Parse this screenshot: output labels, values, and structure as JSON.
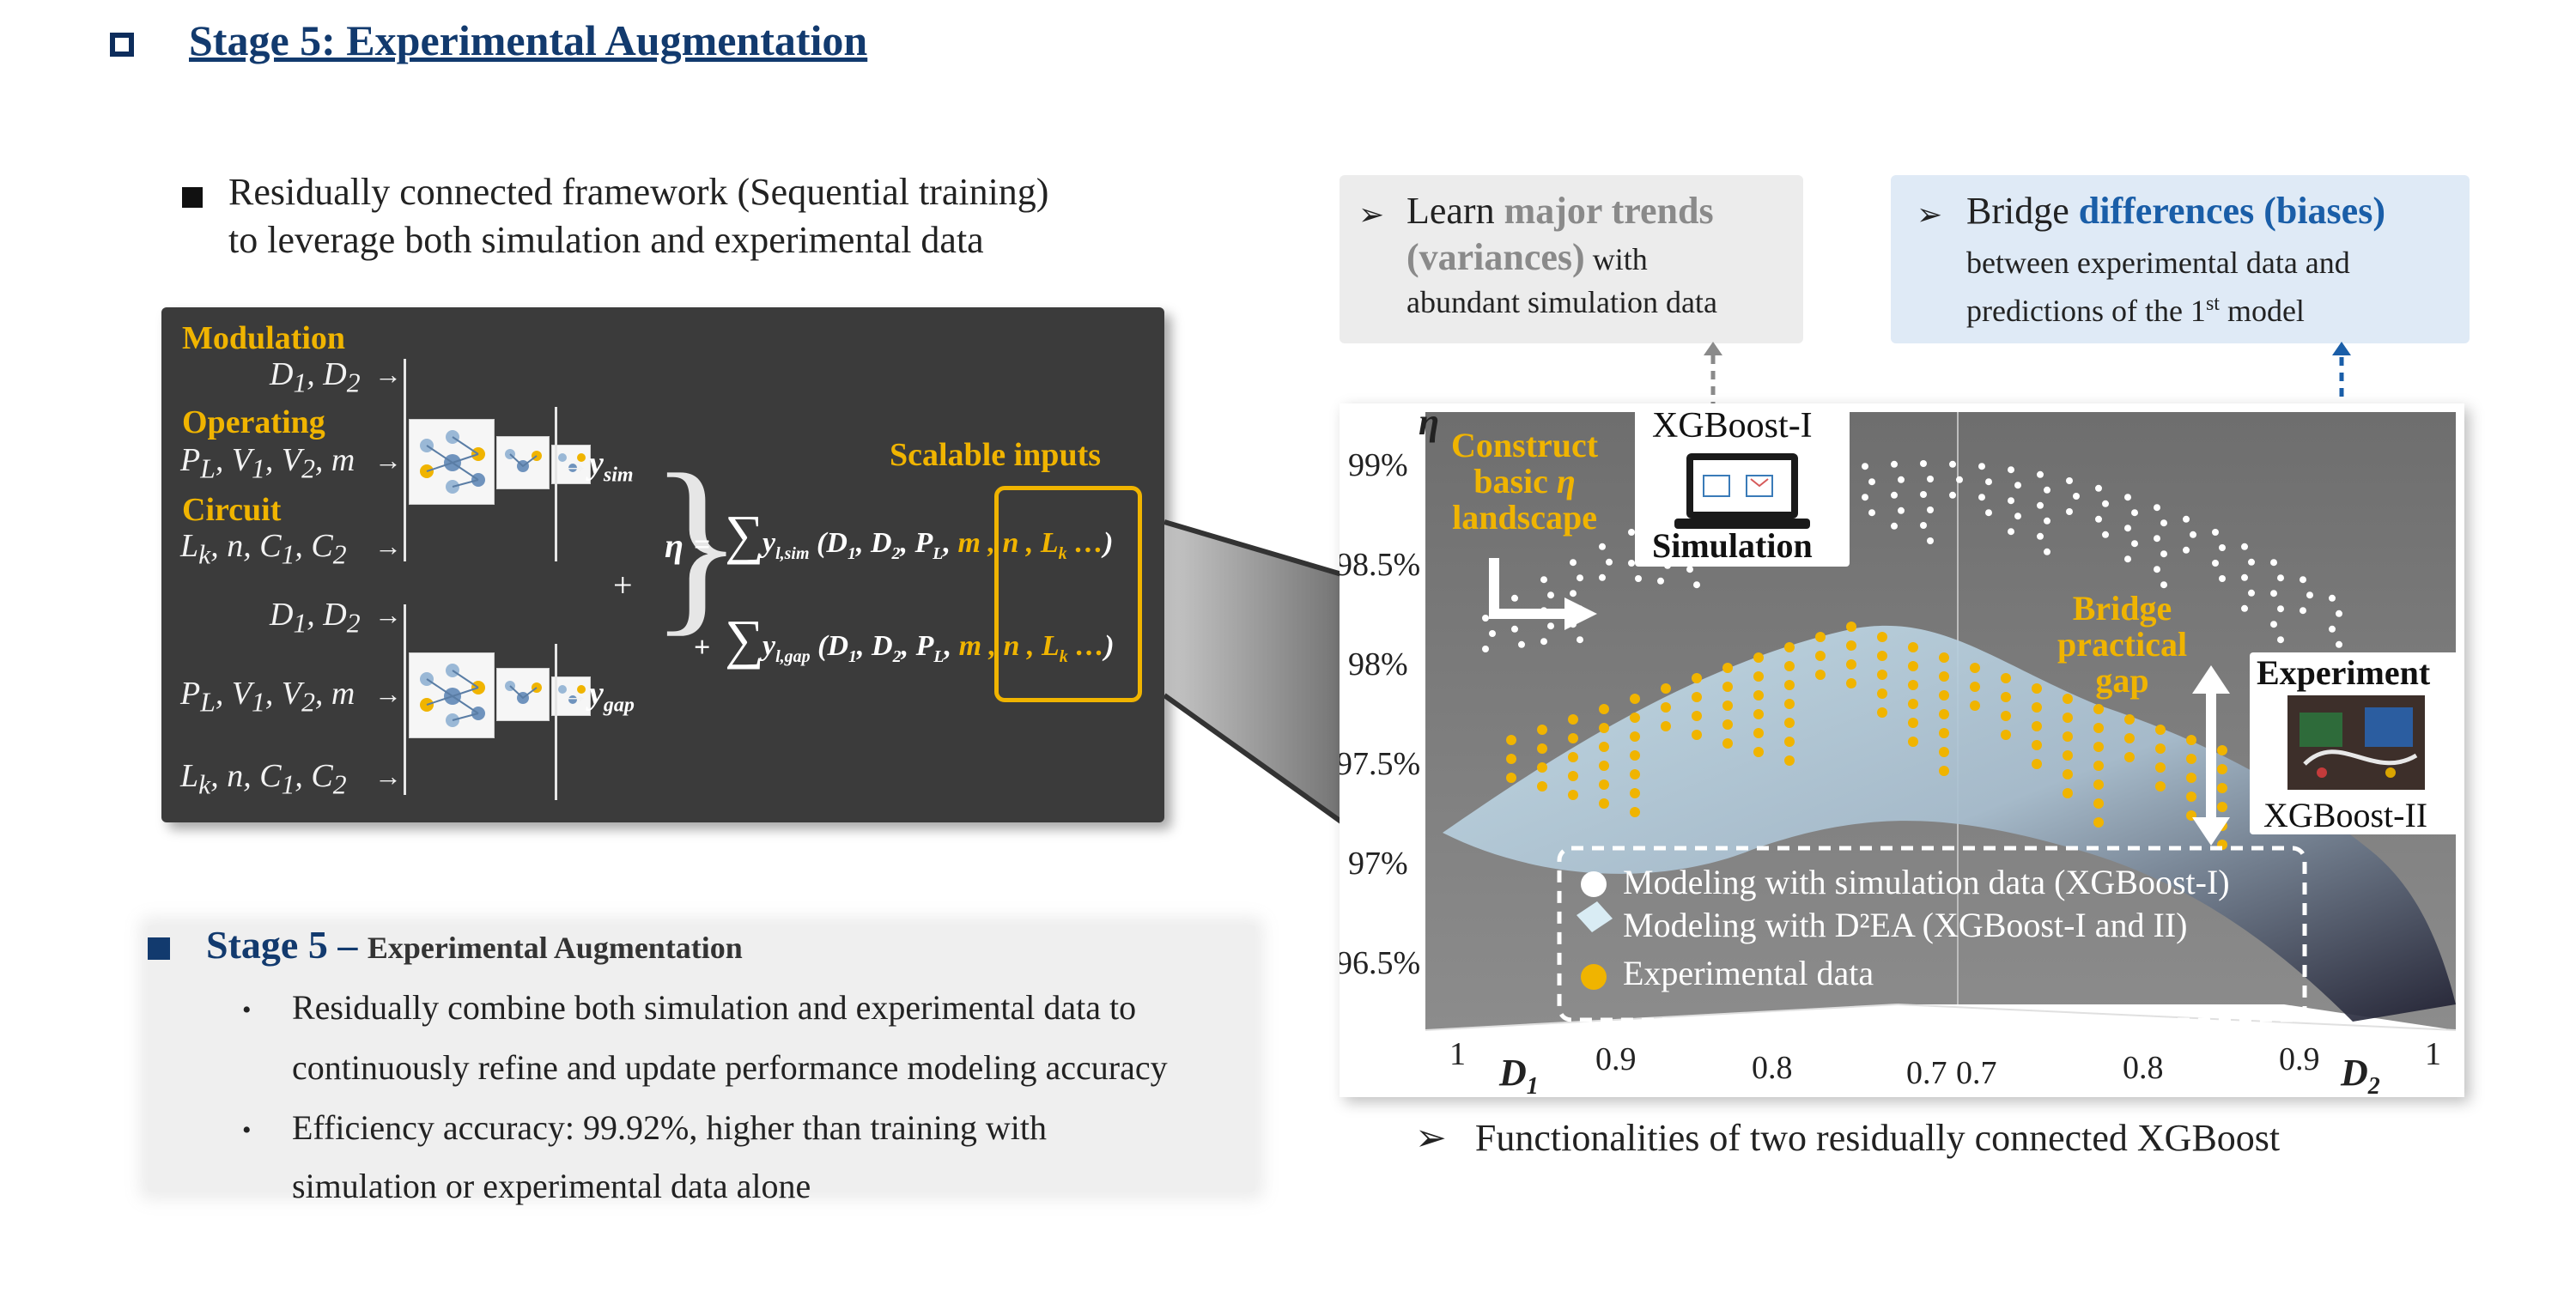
{
  "header": {
    "title": "Stage 5: Experimental Augmentation"
  },
  "intro": {
    "line1": "Residually connected framework (Sequential training)",
    "line2": "to leverage both simulation and experimental data"
  },
  "framework": {
    "modulation_label": "Modulation",
    "operating_label": "Operating",
    "circuit_label": "Circuit",
    "var_d": "D",
    "var_d_full": "D1, D2",
    "var_op": "PL, V1, V2, m",
    "var_circ": "Lk, n, C1, C2",
    "y_sim": "ysim",
    "y_gap": "ygap",
    "scalable_label": "Scalable inputs",
    "eta": "η",
    "plus": "+",
    "eq_sim": "y l,sim (D1, D2, PL, m, n, Lk …)",
    "eq_gap": "y l,gap (D1, D2, PL, m, n, Lk …)"
  },
  "summary": {
    "title": "Stage 5 –",
    "subtitle": "Experimental Augmentation",
    "bullet1_line1": "Residually combine both simulation and experimental data to",
    "bullet1_line2": "continuously refine and update performance modeling accuracy",
    "bullet2_line1": "Efficiency accuracy: 99.92%, higher than training with",
    "bullet2_line2": "simulation or experimental data alone"
  },
  "callout_left": {
    "line1_plain": "Learn ",
    "line1_bold": "major trends",
    "line2_bold": "(variances)",
    "line2_plain": " with",
    "line3": "abundant simulation data"
  },
  "callout_right": {
    "line1_plain": "Bridge ",
    "line1_bold": "differences (biases)",
    "line2": "between experimental data and",
    "line3_pre": "predictions of the 1",
    "line3_sup": "st",
    "line3_post": " model"
  },
  "plot": {
    "eta_label": "η",
    "y_ticks": [
      "99%",
      "98.5%",
      "98%",
      "97.5%",
      "97%",
      "96.5%"
    ],
    "x_ticks_left": [
      "1",
      "0.9",
      "0.8",
      "0.7"
    ],
    "x_ticks_right": [
      "0.7",
      "0.8",
      "0.9",
      "1"
    ],
    "d1_label": "D1",
    "d2_label": "D2",
    "construct_label": [
      "Construct",
      "basic η",
      "landscape"
    ],
    "bridge_label": [
      "Bridge",
      "practical",
      "gap"
    ],
    "xgb1_label": "XGBoost-I",
    "sim_label": "Simulation",
    "experiment_label": "Experiment",
    "xgb2_label": "XGBoost-II",
    "legend": [
      "Modeling with simulation data (XGBoost-I)",
      "Modeling with D²EA (XGBoost-I and II)",
      "Experimental data"
    ],
    "colors": {
      "experimental": "#f0b400",
      "surface": "#d9ecf4",
      "background": "#7a7a7a",
      "simulation": "#ffffff"
    }
  },
  "caption": "Functionalities of two residually connected XGBoost"
}
